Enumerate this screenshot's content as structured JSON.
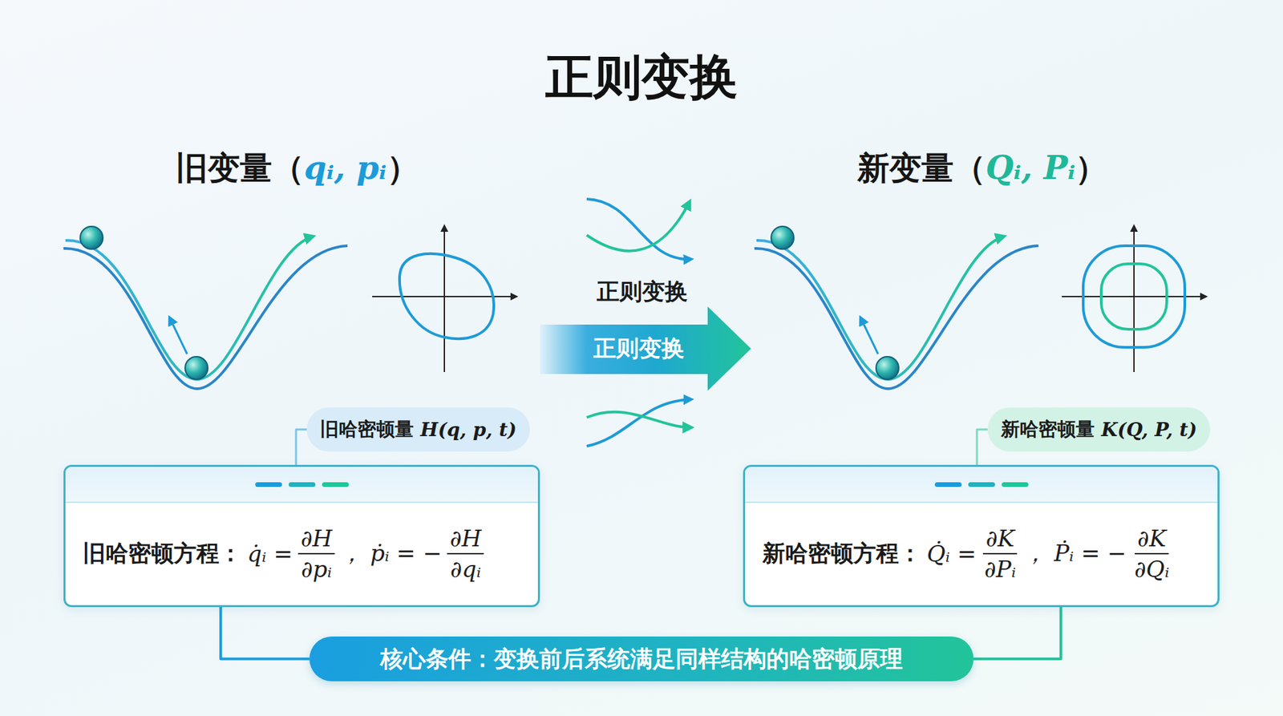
{
  "diagram": {
    "title": "正则变换",
    "nodes": [
      {
        "text": [
          "正则变换"
        ]
      },
      {
        "text": [
          "旧哈密顿量",
          "H(q, p, t)"
        ]
      },
      {
        "text": [
          "新哈密顿量",
          "K(Q, P, t)"
        ]
      },
      {
        "text": [
          "旧哈密顿方程：",
          "q̇ᵢ =",
          "∂H",
          "∂pᵢ",
          "， ṗᵢ = −",
          "∂H",
          "∂qᵢ"
        ]
      },
      {
        "text": [
          "新哈密顿方程：",
          "Q̇ᵢ =",
          "∂K",
          "∂Pᵢ",
          "， Ṗᵢ = −",
          "∂K",
          "∂Qᵢ"
        ]
      },
      {
        "text": [
          "核心条件：变换前后系统满足同样结构的哈密顿原理"
        ]
      }
    ],
    "edges": [
      {
        "from": 1,
        "to": 3,
        "arrow": "none"
      },
      {
        "from": 2,
        "to": 4,
        "arrow": "none"
      },
      {
        "from": 3,
        "to": 5,
        "arrow": "none"
      },
      {
        "from": 4,
        "to": 5,
        "arrow": "none"
      }
    ],
    "labels": [
      "旧变量（",
      "qᵢ, pᵢ",
      "）",
      "新变量（",
      "Qᵢ, Pᵢ",
      "）",
      "正则变换"
    ]
  }
}
